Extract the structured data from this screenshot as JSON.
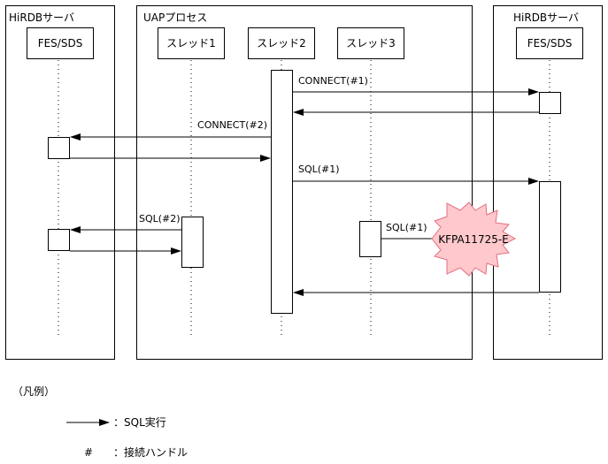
{
  "groups": {
    "left_server": "HiRDBサーバ",
    "uap": "UAPプロセス",
    "right_server": "HiRDBサーバ"
  },
  "participants": {
    "fes_left": "FES/SDS",
    "thread1": "スレッド1",
    "thread2": "スレッド2",
    "thread3": "スレッド3",
    "fes_right": "FES/SDS"
  },
  "messages": {
    "connect1": "CONNECT(#1)",
    "connect2": "CONNECT(#2)",
    "sql1": "SQL(#1)",
    "sql2": "SQL(#2)",
    "sql1_thread3": "SQL(#1)"
  },
  "error_burst": "KFPA11725-E",
  "legend": {
    "title": "（凡例）",
    "arrow_text": "：SQL実行",
    "hash_symbol": "#",
    "hash_text": "：接続ハンドル"
  },
  "colors": {
    "burst_fill": "#ffc8cc",
    "burst_stroke": "#e07080"
  }
}
